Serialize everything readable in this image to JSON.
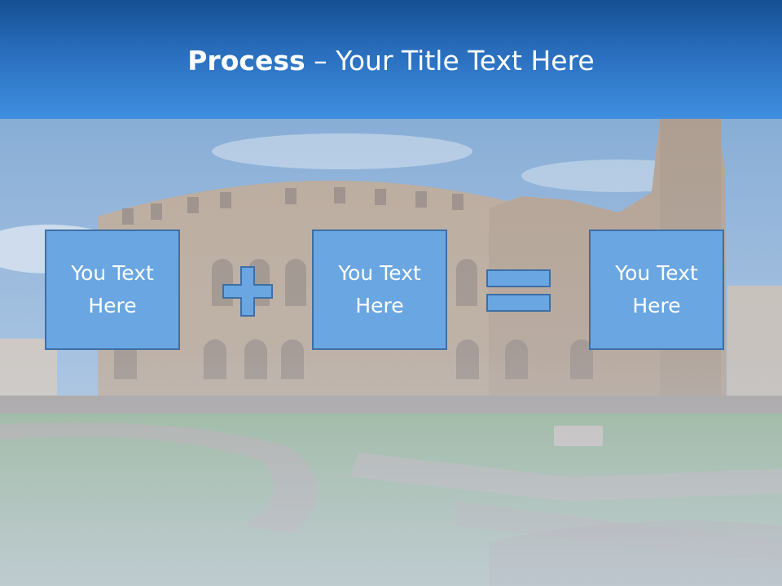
{
  "slide": {
    "title_bold": "Process",
    "title_rest": " – Your Title Text Here",
    "boxes": [
      {
        "text": "You Text Here"
      },
      {
        "text": "You Text Here"
      },
      {
        "text": "You Text Here"
      }
    ],
    "operators": [
      "plus-icon",
      "equals-icon"
    ],
    "colors": {
      "header": "#2a6fbe",
      "box_fill": "#6aa6e1",
      "box_border": "#3e6fa4",
      "text": "#ffffff"
    },
    "background": "colosseum-photo"
  }
}
